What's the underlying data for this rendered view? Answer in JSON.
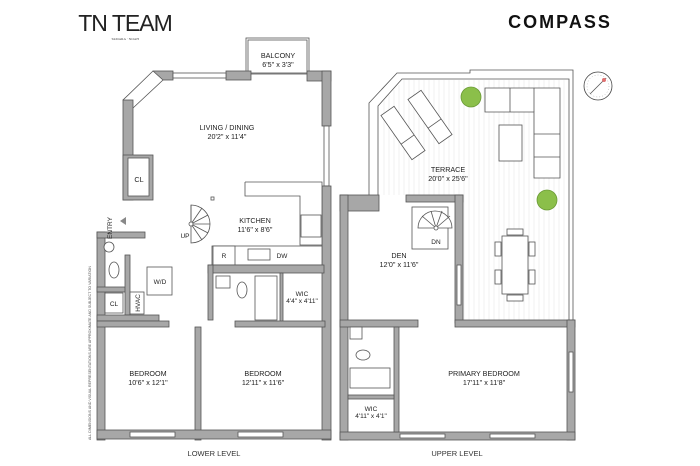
{
  "header": {
    "team_logo": "TN TEAM",
    "team_subtitle": "TAMARA · NOAH",
    "brokerage_logo": "COMPASS"
  },
  "disclaimer": "ALL DIMENSIONS AND VISUAL REPRESENTATIONS ARE APPROXIMATE AND SUBJECT TO VARIATION",
  "lower_level": {
    "label": "LOWER LEVEL",
    "rooms": {
      "balcony": {
        "name": "BALCONY",
        "size": "6'5\" x 3'3\""
      },
      "living": {
        "name": "LIVING / DINING",
        "size": "20'2\" x 11'4\""
      },
      "kitchen": {
        "name": "KITCHEN",
        "size": "11'6\" x 8'6\""
      },
      "wic": {
        "name": "WIC",
        "size": "4'4\" x 4'11\""
      },
      "bedroom1": {
        "name": "BEDROOM",
        "size": "10'6\" x 12'1\""
      },
      "bedroom2": {
        "name": "BEDROOM",
        "size": "12'11\" x 11'6\""
      }
    },
    "tags": {
      "closet1": "CL",
      "closet2": "CL",
      "entry": "ENTRY",
      "stairs": "UP",
      "fridge": "R",
      "dishwasher": "DW",
      "washer_dryer": "W/D",
      "hvac": "HVAC"
    }
  },
  "upper_level": {
    "label": "UPPER LEVEL",
    "rooms": {
      "terrace": {
        "name": "TERRACE",
        "size": "20'0\" x 25'6\""
      },
      "den": {
        "name": "DEN",
        "size": "12'0\" x 11'6\""
      },
      "primary": {
        "name": "PRIMARY BEDROOM",
        "size": "17'11\" x 11'8\""
      },
      "wic": {
        "name": "WIC",
        "size": "4'11\" x 4'1\""
      }
    },
    "tags": {
      "stairs": "DN"
    }
  },
  "colors": {
    "wall": "#a7a7a7",
    "plant": "#8bbf4a",
    "compass_needle": "#e07070"
  }
}
